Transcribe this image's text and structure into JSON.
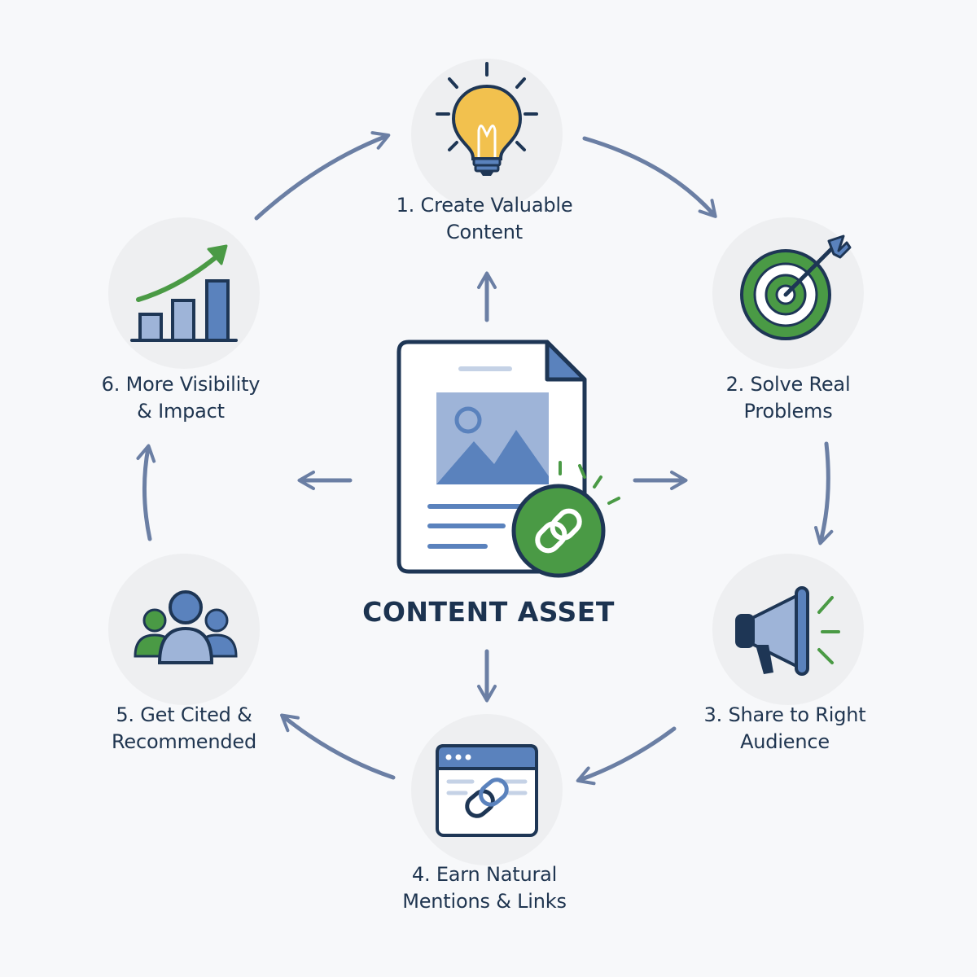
{
  "center": {
    "title": "CONTENT ASSET",
    "icon": "document-with-link-icon"
  },
  "steps": [
    {
      "line1": "1. Create Valuable",
      "line2": "Content",
      "icon": "lightbulb-icon"
    },
    {
      "line1": "2. Solve Real",
      "line2": "Problems",
      "icon": "target-icon"
    },
    {
      "line1": "3. Share to Right",
      "line2": "Audience",
      "icon": "megaphone-icon"
    },
    {
      "line1": "4. Earn Natural",
      "line2": "Mentions & Links",
      "icon": "browser-link-icon"
    },
    {
      "line1": "5. Get Cited &",
      "line2": "Recommended",
      "icon": "people-group-icon"
    },
    {
      "line1": "6. More Visibility",
      "line2": "& Impact",
      "icon": "growth-chart-icon"
    }
  ],
  "colors": {
    "navy": "#1e3655",
    "blue": "#5a82bd",
    "light_blue": "#9eb4d8",
    "arrow": "#6b7fa4",
    "green": "#4a9a45",
    "yellow": "#f2c14e",
    "circle_bg": "#eeeff1"
  }
}
